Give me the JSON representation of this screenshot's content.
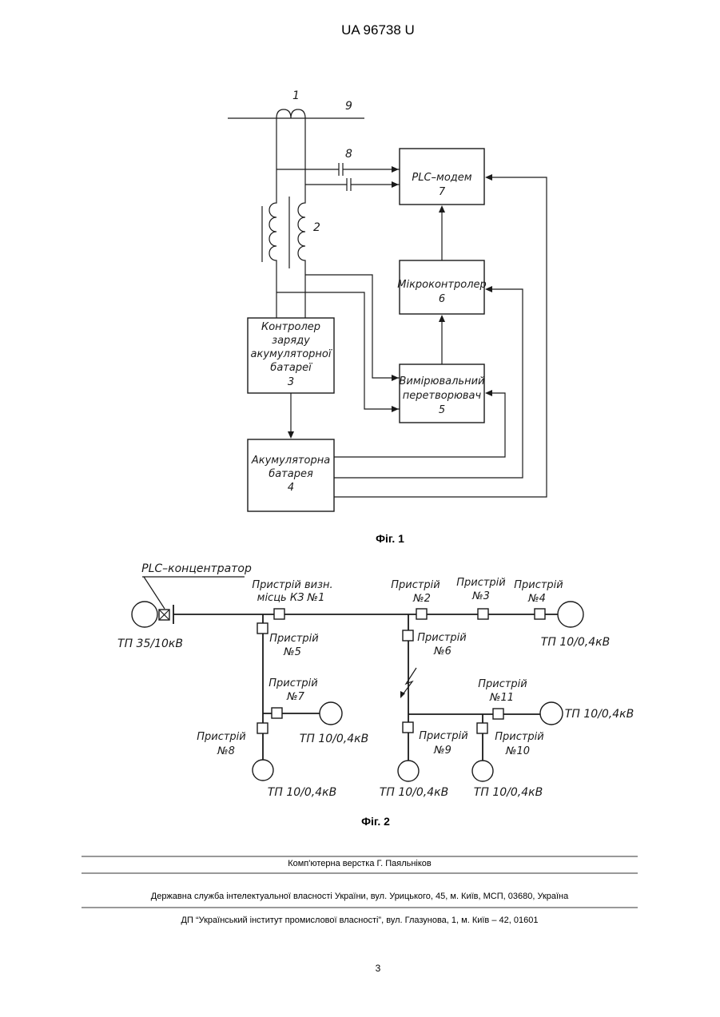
{
  "header": {
    "patent_number": "UA   96738   U"
  },
  "fig1": {
    "caption": "Фіг. 1",
    "labels": {
      "cable_num": "1",
      "line_num": "9",
      "capacitor_num": "8",
      "transformer_num": "2"
    },
    "blocks": {
      "modem": {
        "name": "PLC–модем",
        "num": "7"
      },
      "micro": {
        "name": "Мікроконтролер",
        "num": "6"
      },
      "charger": {
        "line1": "Контролер",
        "line2": "заряду",
        "line3": "акумуляторної",
        "line4": "батареї",
        "num": "3"
      },
      "converter": {
        "line1": "Вимірювальний",
        "line2": "перетворювач",
        "num": "5"
      },
      "battery": {
        "line1": "Акумуляторна",
        "line2": "батарея",
        "num": "4"
      }
    }
  },
  "fig2": {
    "caption": "Фіг. 2",
    "concentrator": "PLC–концентратор",
    "source": "ТП 35/10кВ",
    "dev1_l1": "Пристрій визн.",
    "dev1_l2": "місць КЗ №1",
    "devices": [
      {
        "label": "Пристрій",
        "num": "№2"
      },
      {
        "label": "Пристрій",
        "num": "№3"
      },
      {
        "label": "Пристрій",
        "num": "№4"
      },
      {
        "label": "Пристрій",
        "num": "№5"
      },
      {
        "label": "Пристрій",
        "num": "№6"
      },
      {
        "label": "Пристрій",
        "num": "№7"
      },
      {
        "label": "Пристрій",
        "num": "№8"
      },
      {
        "label": "Пристрій",
        "num": "№9"
      },
      {
        "label": "Пристрій",
        "num": "№10"
      },
      {
        "label": "Пристрій",
        "num": "№11"
      }
    ],
    "tp_label": "ТП 10/0,4кВ"
  },
  "footer": {
    "layout_credit": "Комп'ютерна верстка Г. Паяльніков",
    "service": "Державна служба інтелектуальної власності України, вул. Урицького, 45, м. Київ, МСП, 03680, Україна",
    "institute": "ДП “Український інститут промислової власності”, вул. Глазунова, 1, м. Київ – 42, 01601",
    "page_number": "3"
  }
}
